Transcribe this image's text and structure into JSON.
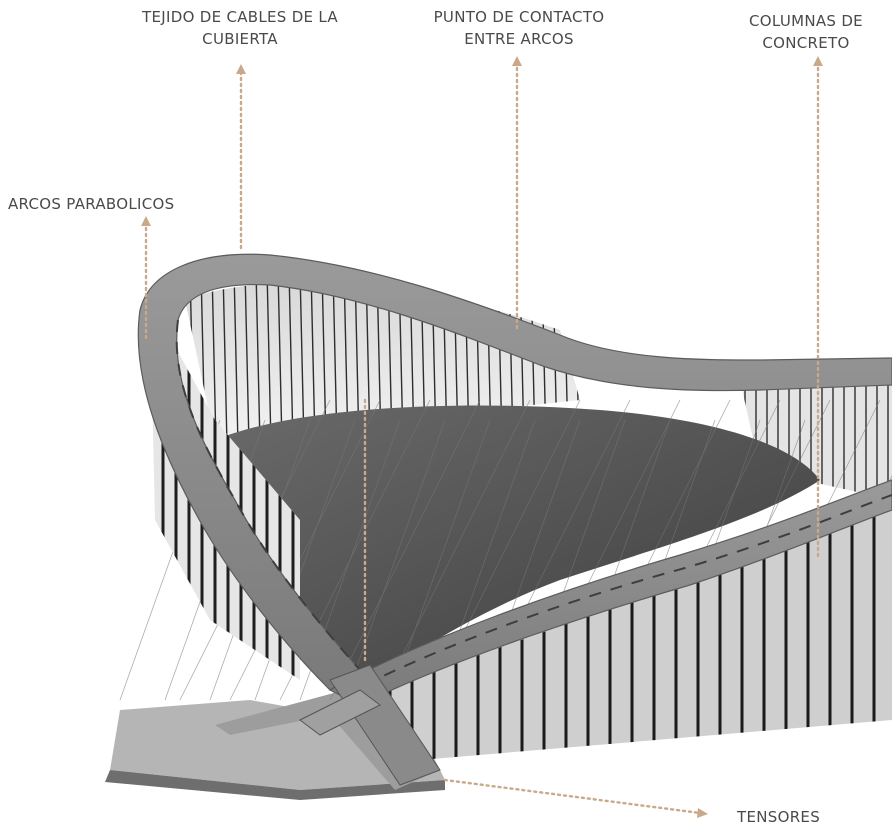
{
  "labels": {
    "tejido": [
      "TEJIDO DE CABLES DE LA",
      "CUBIERTA"
    ],
    "punto": [
      "PUNTO DE CONTACTO",
      "ENTRE ARCOS"
    ],
    "columnas": [
      "COLUMNAS DE",
      "CONCRETO"
    ],
    "arcos": "ARCOS PARABOLICOS",
    "tensores": "TENSORES"
  },
  "colors": {
    "leader": "#c9a98a",
    "label_text": "#4a4a4a",
    "arch": "#8d8d8d",
    "roof": "#5a5a5a",
    "columns": "#2a2a2a"
  }
}
